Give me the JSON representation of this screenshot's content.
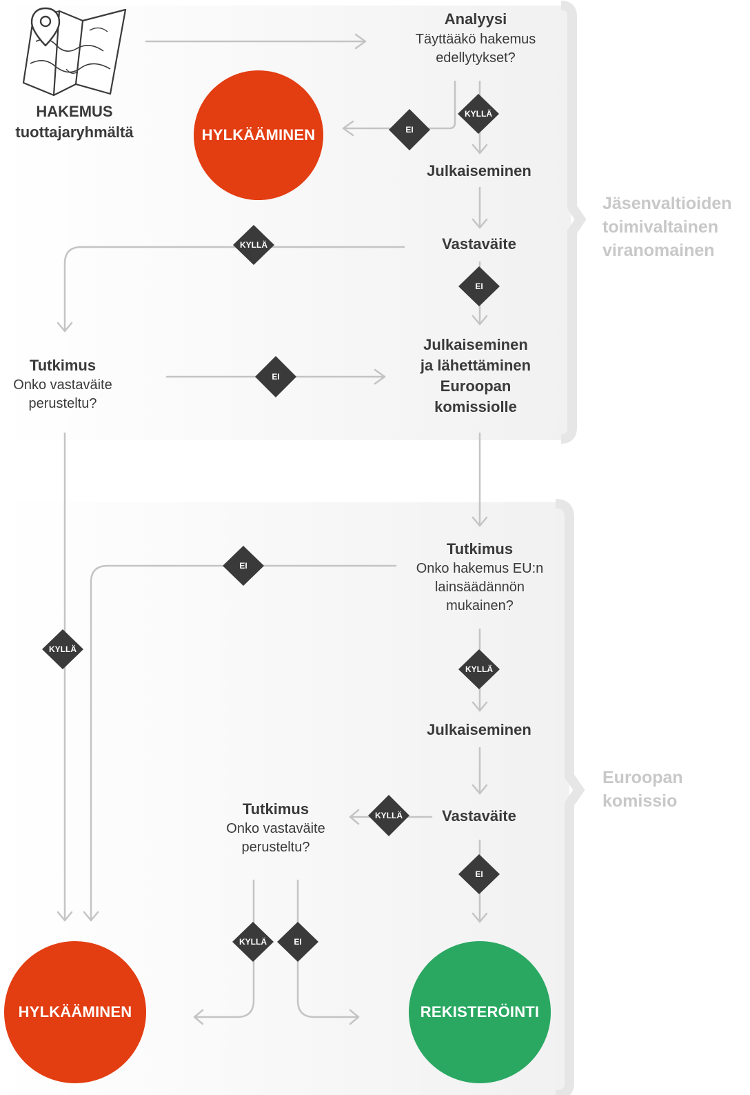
{
  "colors": {
    "reject": "#e33d12",
    "register": "#2aa862",
    "diamond": "#3a3a3a",
    "arrow": "#c4c4c4",
    "side_label": "#c8c8c8"
  },
  "icons": {
    "application": "map-with-pin-icon"
  },
  "application": {
    "line1": "HAKEMUS",
    "line2": "tuottajaryhmältä"
  },
  "member_state": {
    "authority_label": [
      "Jäsenvaltioiden",
      "toimivaltainen",
      "viranomainen"
    ],
    "analysis": {
      "title": "Analyysi",
      "question": [
        "Täyttääkö hakemus",
        "edellytykset?"
      ]
    },
    "reject": "HYLKÄÄMINEN",
    "publication": "Julkaiseminen",
    "opposition": "Vastaväite",
    "examination": {
      "title": "Tutkimus",
      "question": [
        "Onko vastaväite",
        "perusteltu?"
      ]
    },
    "send": [
      "Julkaiseminen",
      "ja lähettäminen",
      "Euroopan",
      "komissiolle"
    ]
  },
  "commission": {
    "authority_label": [
      "Euroopan",
      "komissio"
    ],
    "examination": {
      "title": "Tutkimus",
      "question": [
        "Onko hakemus EU:n",
        "lainsäädännön",
        "mukainen?"
      ]
    },
    "publication": "Julkaiseminen",
    "opposition": "Vastaväite",
    "opposition_examination": {
      "title": "Tutkimus",
      "question": [
        "Onko vastaväite",
        "perusteltu?"
      ]
    },
    "reject": "HYLKÄÄMINEN",
    "register": "REKISTERÖINTI"
  },
  "decisions": {
    "yes": "KYLLÄ",
    "no": "EI"
  }
}
